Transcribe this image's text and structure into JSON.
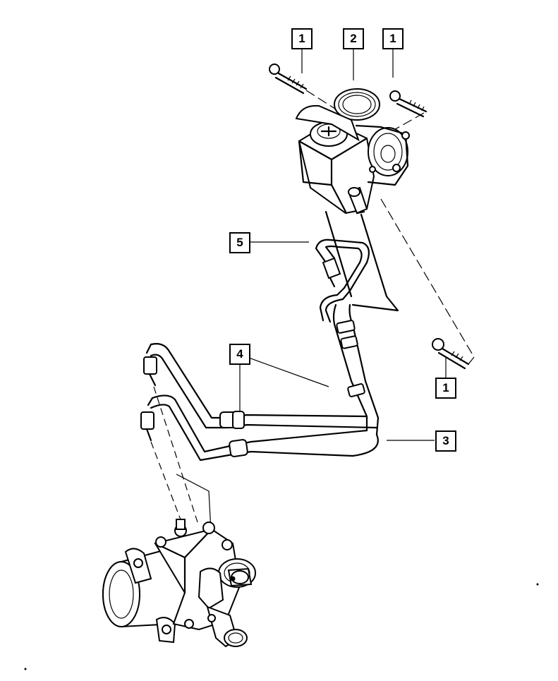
{
  "callouts": {
    "c1_top_left": "1",
    "c2_pump": "2",
    "c1_top_right": "1",
    "c5_line": "5",
    "c4_hose": "4",
    "c1_bottom_bolt": "1",
    "c3_hose": "3"
  }
}
